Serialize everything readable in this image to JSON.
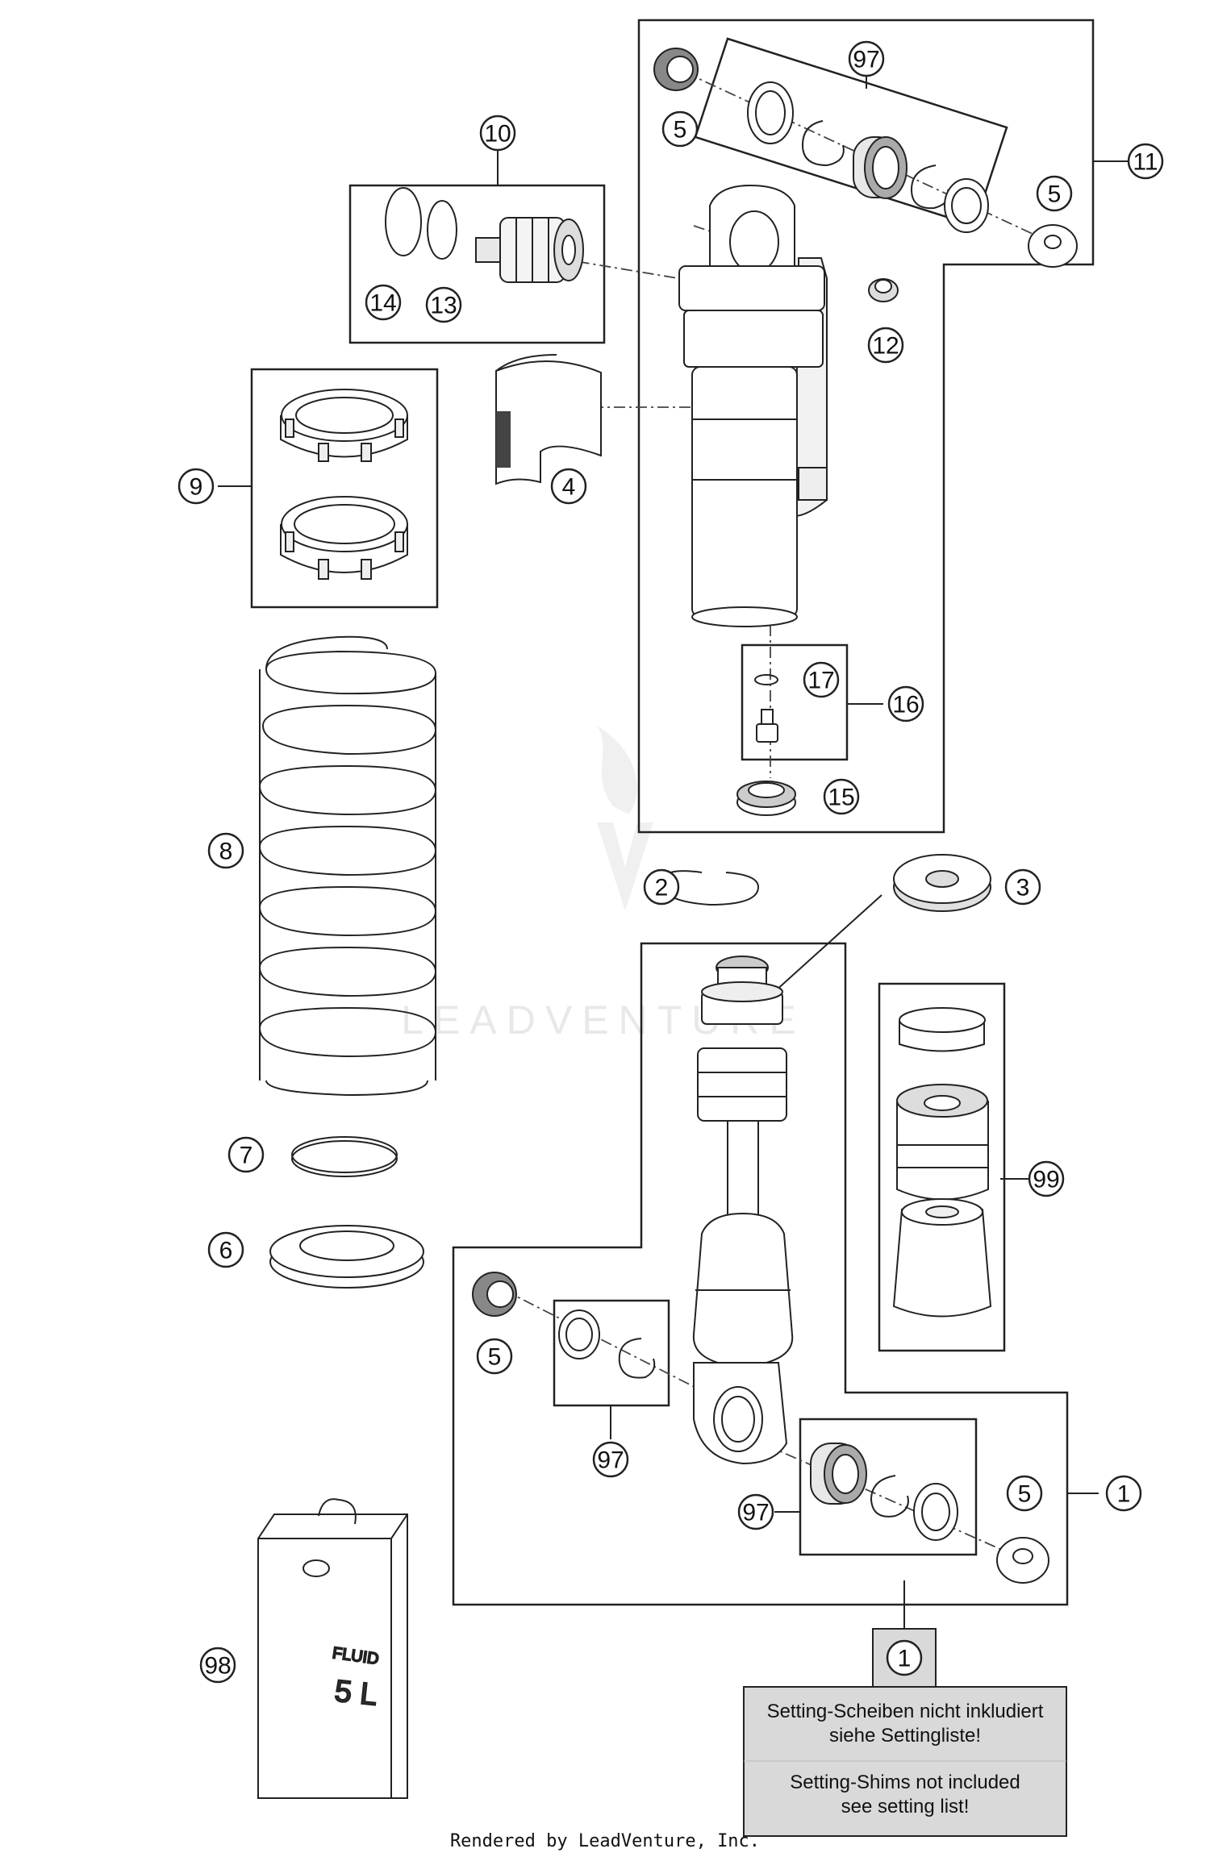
{
  "callouts": {
    "c1": "1",
    "c2": "2",
    "c3": "3",
    "c4": "4",
    "c5": "5",
    "c6": "6",
    "c7": "7",
    "c8": "8",
    "c9": "9",
    "c10": "10",
    "c11": "11",
    "c12": "12",
    "c13": "13",
    "c14": "14",
    "c15": "15",
    "c16": "16",
    "c17": "17",
    "c97": "97",
    "c98": "98",
    "c99": "99"
  },
  "fluid_can": {
    "label": "FLUID",
    "volume": "5 L"
  },
  "note": {
    "ref": "1",
    "german_line1": "Setting-Scheiben nicht inkludiert",
    "german_line2": "siehe Settingliste!",
    "english_line1": "Setting-Shims not included",
    "english_line2": "see setting list!"
  },
  "watermark": "LEADVENTURE",
  "footer": "Rendered by LeadVenture, Inc.",
  "colors": {
    "line": "#222222",
    "part_fill": "#ffffff",
    "part_shade": "#dcdcdc",
    "note_bg": "#d9d9d9"
  }
}
